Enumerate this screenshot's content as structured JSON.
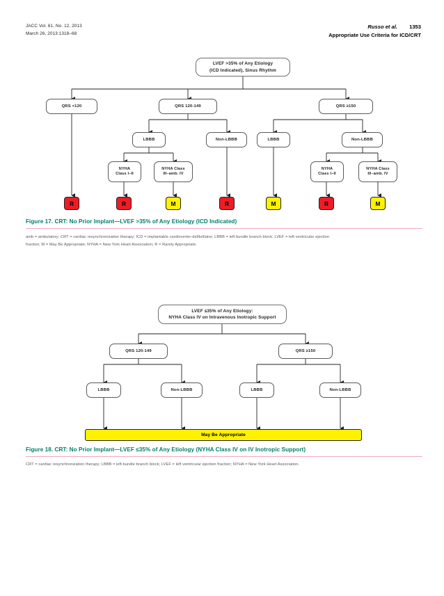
{
  "running_head": {
    "left_line1": "JACC Vol. 61, No. 12, 2013",
    "left_line2": "March 26, 2013:1318–68",
    "right_authors": "Russo et al.",
    "right_page": "1353",
    "right_line2": "Appropriate Use Criteria for ICD/CRT"
  },
  "colors": {
    "caption": "#00806b",
    "rule": "#f4a8bd",
    "rarely_appropriate": "#ee1c25",
    "may_be_appropriate": "#fff200",
    "node_border": "#58595b",
    "text": "#231f20",
    "note": "#58595b"
  },
  "figure17": {
    "root": "LVEF >35% of Any Etiology\n(ICD Indicated), Sinus Rhythm",
    "root_line1": "LVEF >35% of Any Etiology",
    "root_line2": "(ICD Indicated), Sinus Rhythm",
    "qrs": [
      {
        "label": "QRS <120"
      },
      {
        "label": "QRS 120-149"
      },
      {
        "label": "QRS ≥150"
      }
    ],
    "bundle": [
      {
        "label": "LBBB"
      },
      {
        "label": "Non-LBBB"
      },
      {
        "label": "LBBB"
      },
      {
        "label": "Non-LBBB"
      }
    ],
    "nyha": [
      {
        "line1": "NYHA",
        "line2": "Class I–II"
      },
      {
        "line1": "NYHA Class",
        "line2": "III–amb. IV"
      },
      {
        "line1": "NYHA",
        "line2": "Class I–II"
      },
      {
        "line1": "NYHA Class",
        "line2": "III–amb. IV"
      }
    ],
    "ratings": [
      {
        "label": "R",
        "kind": "rare"
      },
      {
        "label": "R",
        "kind": "rare"
      },
      {
        "label": "M",
        "kind": "maybe"
      },
      {
        "label": "R",
        "kind": "rare"
      },
      {
        "label": "M",
        "kind": "maybe"
      },
      {
        "label": "R",
        "kind": "rare"
      },
      {
        "label": "M",
        "kind": "maybe"
      }
    ],
    "caption": "Figure 17.  CRT: No Prior Implant—LVEF >35% of Any Etiology (ICD Indicated)",
    "note_line1": "amb = ambulatory; CRT = cardiac resynchronization therapy; ICD = implantable cardioverter-defibrillator; LBBB = left bundle branch block; LVEF = left ventricular ejection",
    "note_line2": "fraction; M = May Be Appropriate; NYHA = New York Heart Association; R = Rarely Appropriate."
  },
  "figure18": {
    "root_line1": "LVEF ≤35% of Any Etiology:",
    "root_line2": "NYHA Class IV on Intravenous Inotropic Support",
    "qrs": [
      {
        "label": "QRS 120-149"
      },
      {
        "label": "QRS ≥150"
      }
    ],
    "bundle": [
      {
        "label": "LBBB"
      },
      {
        "label": "Non-LBBB"
      },
      {
        "label": "LBBB"
      },
      {
        "label": "Non-LBBB"
      }
    ],
    "outcome": "May Be Appropriate",
    "caption": "Figure 18.  CRT: No Prior Implant—LVEF ≤35% of Any Etiology (NYHA Class IV on IV Inotropic Support)",
    "note_line1": "CRT = cardiac resynchronization therapy; LBBB = left bundle branch block; LVEF = left ventricular ejection fraction; NYHA = New York Heart Association."
  }
}
